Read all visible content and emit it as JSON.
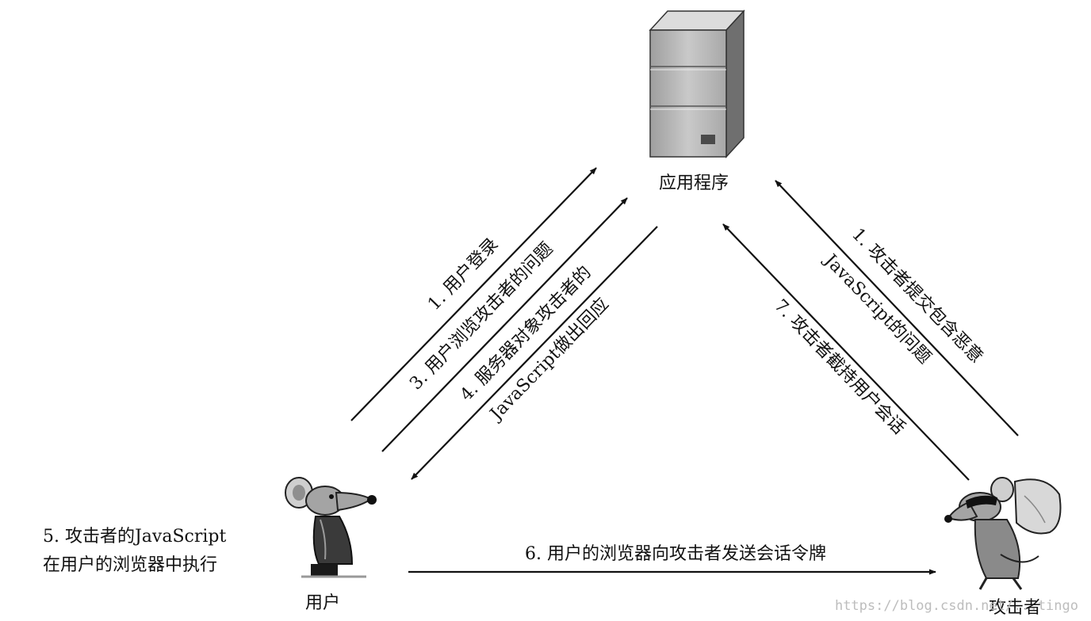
{
  "nodes": {
    "server": {
      "label": "应用程序",
      "icon": "server-tower-icon"
    },
    "user": {
      "label": "用户",
      "icon": "mouse-user-icon"
    },
    "attacker": {
      "label": "攻击者",
      "icon": "masked-mouse-attacker-icon"
    }
  },
  "steps": {
    "step1_user": "1. 用户登录",
    "step3": "3. 用户浏览攻击者的问题",
    "step4_line1": "4. 服务器对象攻击者的",
    "step4_line2": "JavaScript做出回应",
    "step1_attacker_line1": "1. 攻击者提交包含恶意",
    "step1_attacker_line2": "JavaScript的问题",
    "step7": "7. 攻击者截持用户会话",
    "step5_line1": "5. 攻击者的JavaScript",
    "step5_line2": "在用户的浏览器中执行",
    "step6": "6. 用户的浏览器向攻击者发送会话令牌"
  },
  "watermark": "https://blog.csdn.net/...tingo",
  "colors": {
    "ink": "#111111",
    "server_body": "#b9b9b9",
    "server_side": "#7a7a7a",
    "mouse_gray": "#9a9a9a",
    "watermark": "#bdbdbd"
  }
}
